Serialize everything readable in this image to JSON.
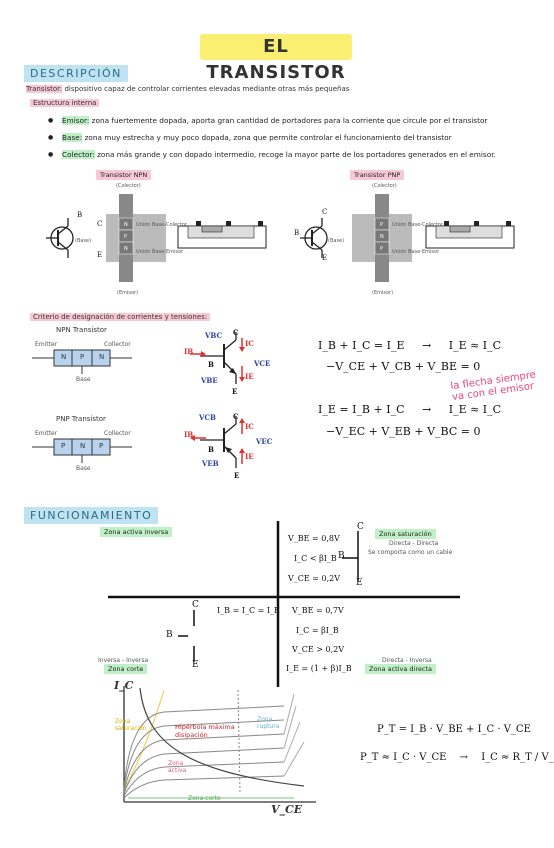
{
  "title": "EL TRANSISTOR",
  "descripcion": {
    "header": "DESCRIPCIÓN",
    "intro_term": "Transistor:",
    "intro_text": "dispositivo capaz de controlar corrientes elevadas mediante otras más pequeñas",
    "estructura_label": "Estructura interna",
    "items": [
      {
        "term": "Emisor:",
        "text": "zona fuertemente dopada, aporta gran cantidad de portadores para la corriente que circule por el transistor"
      },
      {
        "term": "Base:",
        "text": "zona muy estrecha y muy poco dopada, zona que permite controlar el funcionamiento del transistor"
      },
      {
        "term": "Colector:",
        "text": "zona más grande y con dopado intermedio, recoge la mayor parte de los portadores generados en el emisor."
      }
    ]
  },
  "npn": {
    "label": "Transistor NPN",
    "colector": "(Colector)",
    "base": "(Base)",
    "emisor": "(Emisor)",
    "union_bc": "Unión Base-Colector",
    "union_be": "Unión Base-Emisor",
    "layers": [
      "N",
      "P",
      "N"
    ],
    "pins": {
      "c": "C",
      "b": "B",
      "e": "E"
    },
    "side_b": "B",
    "side_c": "c",
    "side_e": "e"
  },
  "pnp": {
    "label": "Transistor PNP",
    "colector": "(Colector)",
    "base": "(Base)",
    "emisor": "(Emisor)",
    "union_bc": "Unión Base-Colector",
    "union_be": "Unión Base-Emisor",
    "layers": [
      "P",
      "N",
      "P"
    ],
    "pins": {
      "c": "C",
      "b": "B",
      "e": "E"
    },
    "side_b": "B",
    "side_c": "c",
    "side_e": "e"
  },
  "criterio": {
    "label": "Criterio de designación de corrientes y tensiones:",
    "npn_title": "NPN Transistor",
    "pnp_title": "PNP Transistor",
    "emitter": "Emitter",
    "collector": "Collector",
    "base": "Base",
    "npn_layers": [
      "N",
      "P",
      "N"
    ],
    "pnp_layers": [
      "P",
      "N",
      "P"
    ],
    "npn_sym": {
      "vbc": "VBC",
      "ib": "IB",
      "ic": "IC",
      "vce": "VCE",
      "vbe": "VBE",
      "ie": "IE",
      "c": "C",
      "b": "B",
      "e": "E"
    },
    "pnp_sym": {
      "vcb": "VCB",
      "ib": "IB",
      "ic": "IC",
      "vec": "VEC",
      "veb": "VEB",
      "ie": "IE",
      "c": "C",
      "b": "B",
      "e": "E"
    },
    "eq_npn_1a": "I_B + I_C = I_E",
    "eq_npn_1b": "I_E ≈ I_C",
    "eq_npn_2": "−V_CE + V_CB + V_BE = 0",
    "eq_pnp_1a": "I_E = I_B + I_C",
    "eq_pnp_1b": "I_E ≈ I_C",
    "eq_pnp_2": "−V_EC + V_EB + V_BC = 0",
    "arrow": "→",
    "note": "la flecha siempre va con el emisor"
  },
  "funcionamiento": {
    "header": "FUNCIONAMIENTO",
    "zona_activa_inversa": "Zona activa inversa",
    "zona_saturacion": "Zona saturación",
    "sat_sub": "Directa - Directa",
    "sat_desc": "Se comporta como un cable",
    "sat_eqs": [
      "V_BE = 0,8V",
      "I_C < βI_B",
      "V_CE = 0,2V"
    ],
    "inv_eq": "I_B = I_C = I_E",
    "act_eqs": [
      "V_BE = 0,7V",
      "I_C = βI_B",
      "V_CE > 0,2V",
      "I_E = (1 + β)I_B"
    ],
    "zona_corte": "Zona corte",
    "corte_sub": "Inversa - Inversa",
    "zona_activa_directa": "Zona activa directa",
    "act_sub": "Directa - Inversa",
    "sym_c": "C",
    "sym_b": "B",
    "sym_e": "E",
    "graph": {
      "y_axis": "I_C",
      "x_axis": "V_CE",
      "zona_saturacion": "Zona saturación",
      "hiperbola": "Hipérbola máxima disipación",
      "zona_ruptura": "Zona ruptura",
      "zona_activa": "Zona activa",
      "zona_corte": "Zona corte"
    },
    "pt_eq": "P_T = I_B · V_BE + I_C · V_CE",
    "pt_approx": "P_T ≈ I_C · V_CE",
    "ic_approx": "I_C ≈ R_T / V_CE",
    "arrow": "→"
  },
  "colors": {
    "title_bg": "#fbef72",
    "header_bg": "#bfe3f2",
    "pink": "#f8c8d6",
    "green": "#bff0c6",
    "red_arrow": "#e03030",
    "blue_label": "#2a3fa0",
    "note": "#e8457a"
  }
}
